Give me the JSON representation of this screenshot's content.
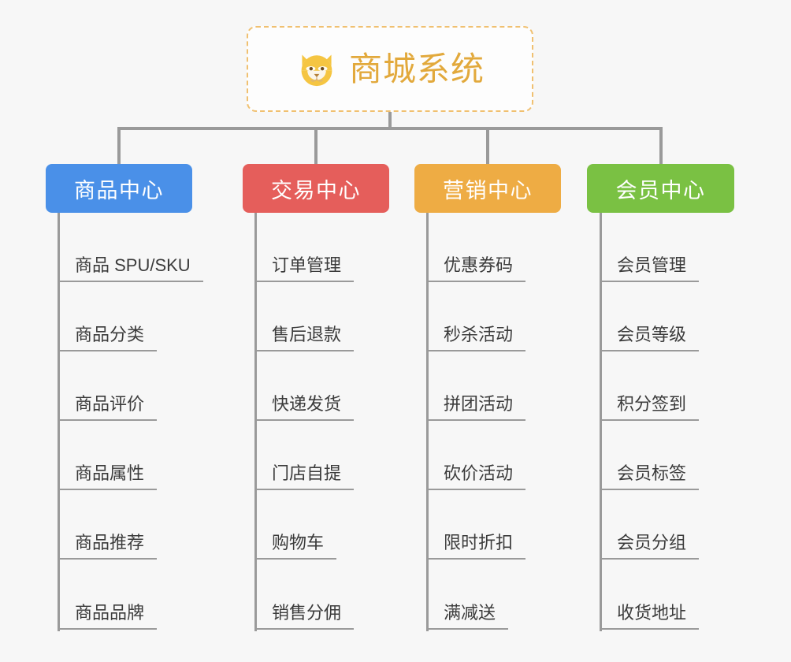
{
  "root": {
    "title": "商城系统",
    "icon": "shiba-dog-emoji",
    "border_color": "#f0c070",
    "title_color": "#e2a93c",
    "background": "#fdfdfd"
  },
  "canvas": {
    "background": "#f7f7f7",
    "line_color": "#9a9a9a"
  },
  "columns": [
    {
      "title": "商品中心",
      "color": "#4a90e8",
      "items": [
        "商品 SPU/SKU",
        "商品分类",
        "商品评价",
        "商品属性",
        "商品推荐",
        "商品品牌"
      ]
    },
    {
      "title": "交易中心",
      "color": "#e55e5b",
      "items": [
        "订单管理",
        "售后退款",
        "快递发货",
        "门店自提",
        "购物车",
        "销售分佣"
      ]
    },
    {
      "title": "营销中心",
      "color": "#eeac44",
      "items": [
        "优惠券码",
        "秒杀活动",
        "拼团活动",
        "砍价活动",
        "限时折扣",
        "满减送"
      ]
    },
    {
      "title": "会员中心",
      "color": "#7ac143",
      "items": [
        "会员管理",
        "会员等级",
        "积分签到",
        "会员标签",
        "会员分组",
        "收货地址"
      ]
    }
  ]
}
